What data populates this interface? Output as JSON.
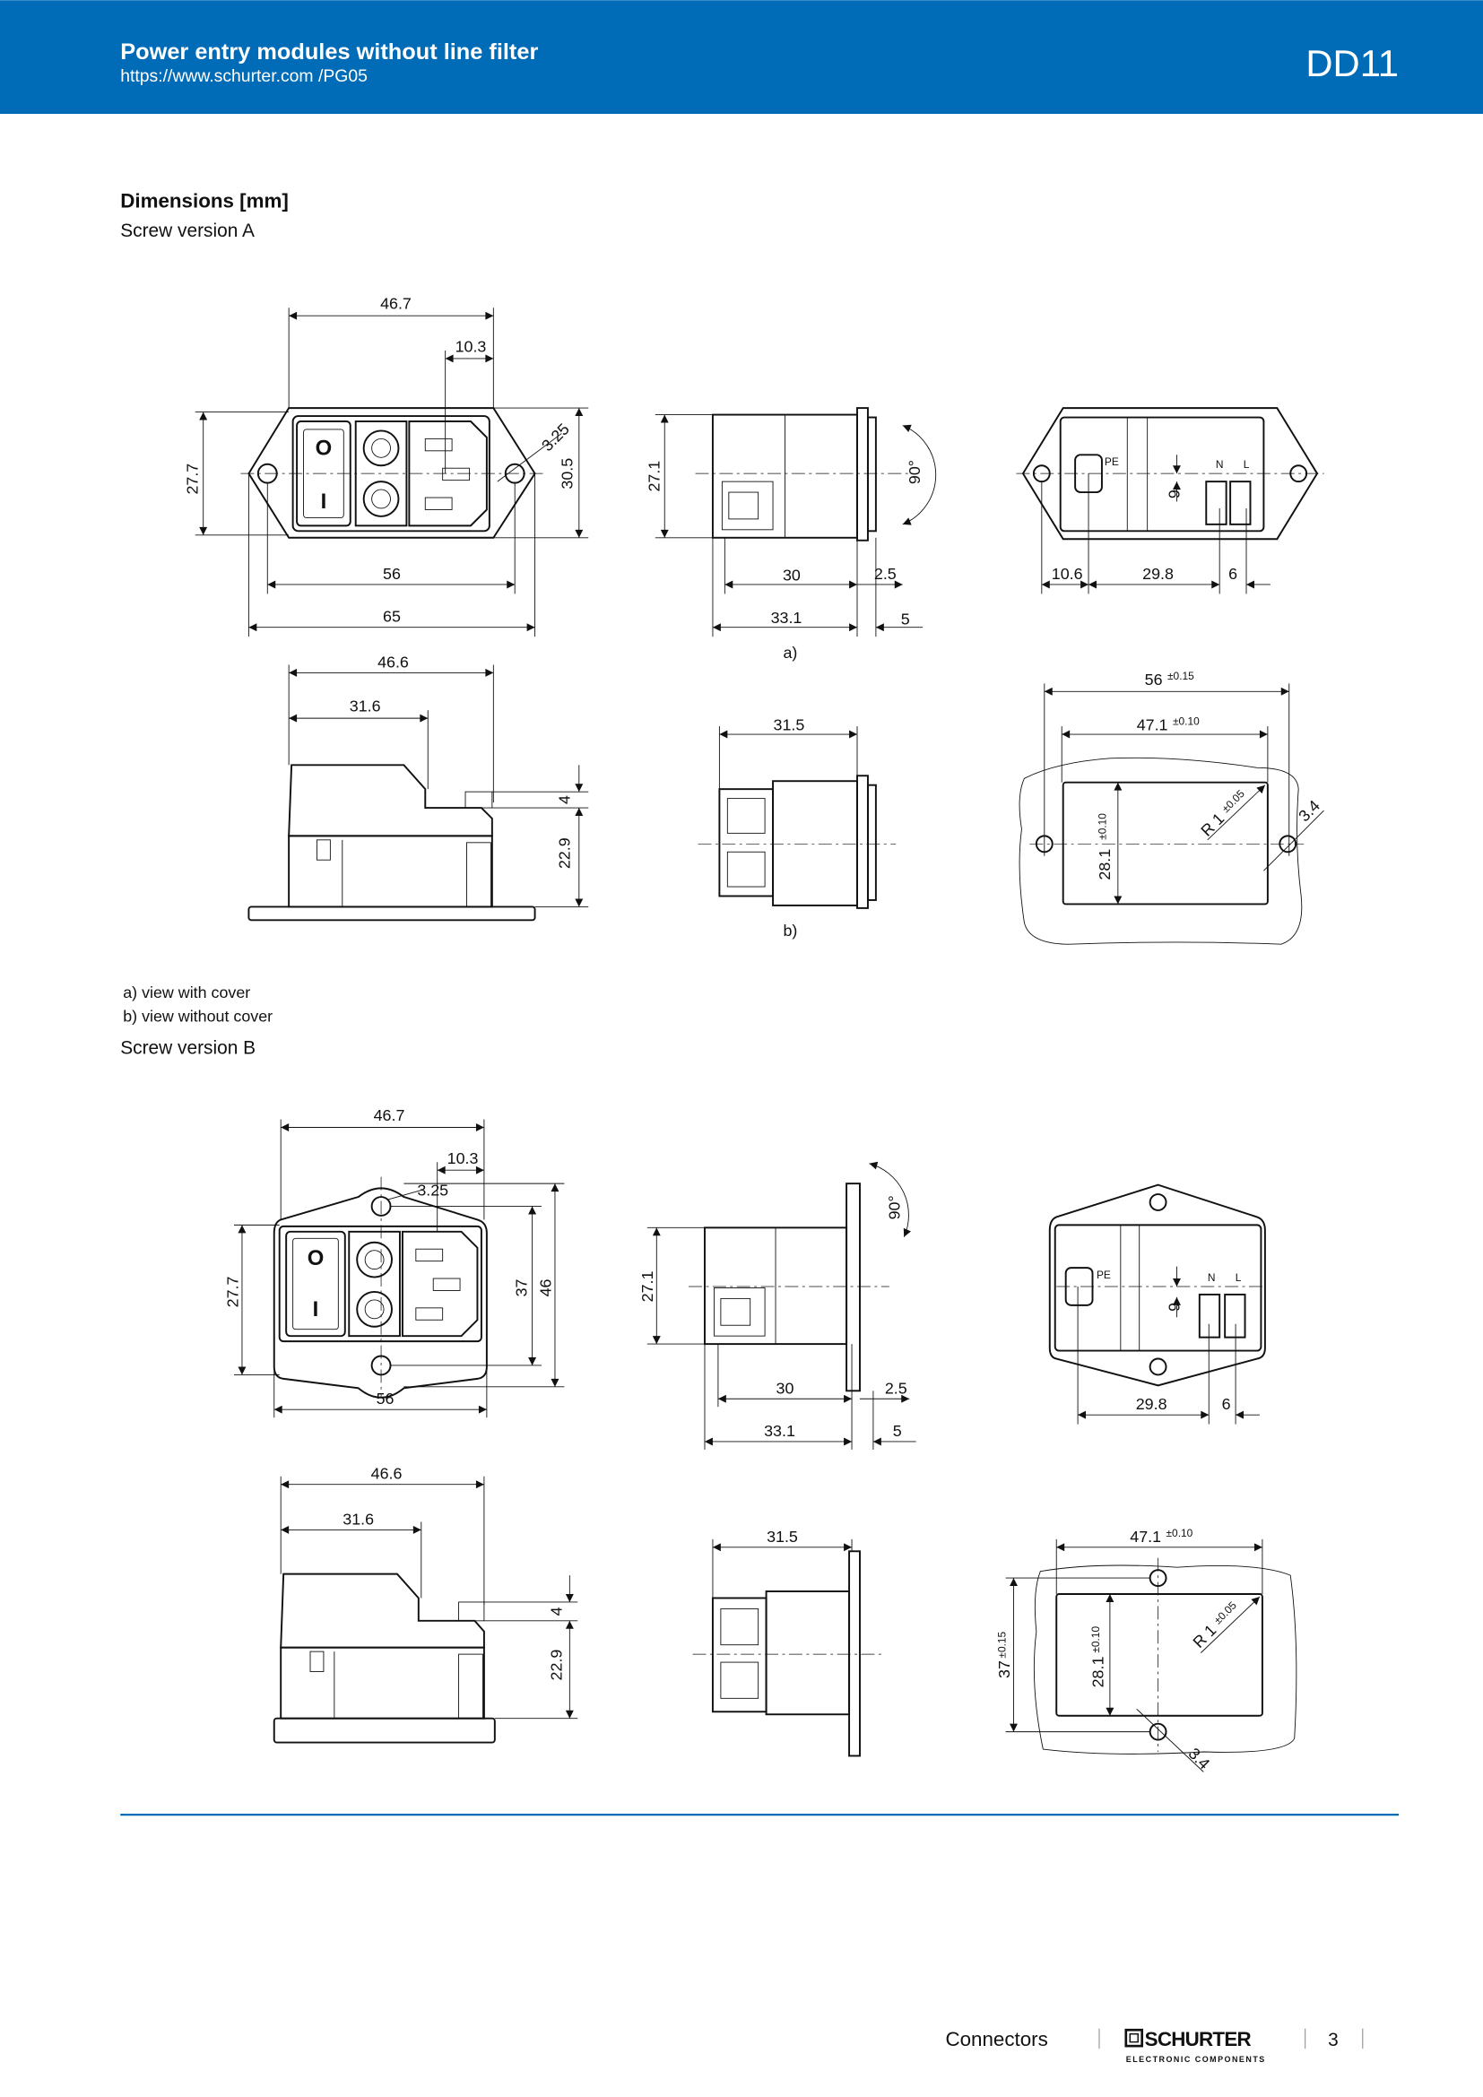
{
  "header": {
    "title": "Power entry modules without line filter",
    "url": "https://www.schurter.com /PG05",
    "code": "DD11",
    "color": "#006bb6"
  },
  "section": {
    "heading": "Dimensions [mm]",
    "version_a": "Screw version A",
    "version_b": "Screw version B",
    "notes": [
      "a) view with cover",
      "b) view without cover"
    ],
    "caption_a": "a)",
    "caption_b": "b)"
  },
  "version_a": {
    "front": {
      "w1": "46.7",
      "w2": "10.3",
      "hole": "3.25",
      "h1": "27.7",
      "h2": "30.5",
      "w3": "56",
      "w4": "65",
      "switch_off": "O",
      "switch_on": "I"
    },
    "side": {
      "h": "27.1",
      "w1": "30",
      "w2": "2.5",
      "w3": "33.1",
      "w4": "5",
      "angle": "90°"
    },
    "rear": {
      "pe": "PE",
      "n": "N",
      "l": "L",
      "v": "6",
      "w1": "10.6",
      "w2": "29.8",
      "w3": "6"
    },
    "top": {
      "w1": "46.6",
      "w2": "31.6",
      "h1": "4",
      "h2": "22.9"
    },
    "side_open": {
      "w": "31.5"
    },
    "cutout": {
      "w1": "56",
      "w1_tol": "±0.15",
      "w2": "47.1",
      "w2_tol": "±0.10",
      "h": "28.1",
      "h_tol": "±0.10",
      "r": "R 1",
      "r_tol": "±0.05",
      "hole": "3.4"
    }
  },
  "version_b": {
    "front": {
      "w1": "46.7",
      "w2": "10.3",
      "hole": "3.25",
      "h1": "27.7",
      "h2": "37",
      "h3": "46",
      "w3": "56",
      "switch_off": "O",
      "switch_on": "I"
    },
    "side": {
      "h": "27.1",
      "w1": "30",
      "w2": "2.5",
      "w3": "33.1",
      "w4": "5",
      "angle": "90°"
    },
    "rear": {
      "pe": "PE",
      "n": "N",
      "l": "L",
      "v": "6",
      "w2": "29.8",
      "w3": "6"
    },
    "top": {
      "w1": "46.6",
      "w2": "31.6",
      "h1": "4",
      "h2": "22.9"
    },
    "side_open": {
      "w": "31.5"
    },
    "cutout": {
      "w2": "47.1",
      "w2_tol": "±0.10",
      "h1": "37",
      "h1_tol": "±0.15",
      "h": "28.1",
      "h_tol": "±0.10",
      "r": "R 1",
      "r_tol": "±0.05",
      "hole": "3.4"
    }
  },
  "footer": {
    "category": "Connectors",
    "brand": "SCHURTER",
    "brand_sub": "ELECTRONIC COMPONENTS",
    "page": "3"
  }
}
